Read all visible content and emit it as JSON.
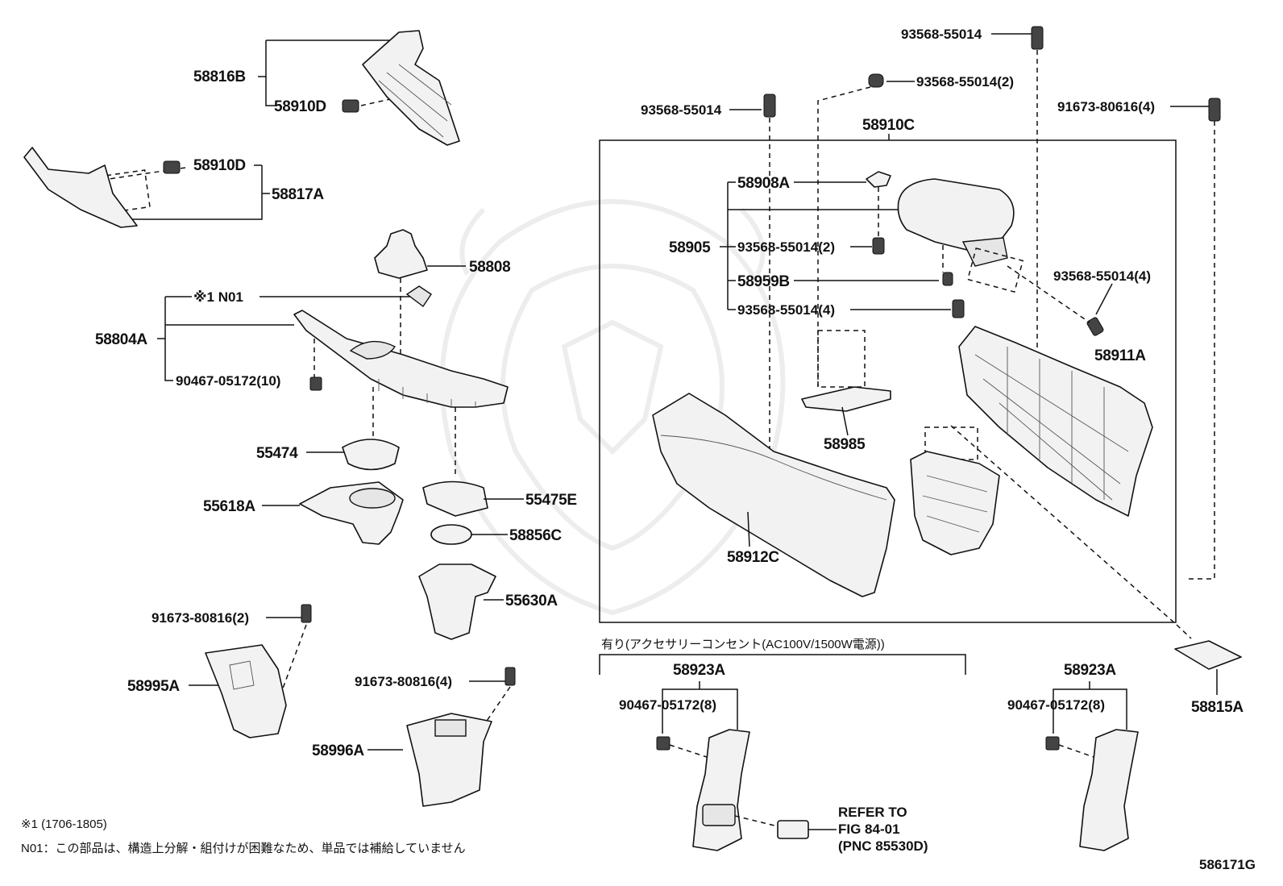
{
  "labels": {
    "p58816B": "58816B",
    "p58910D_1": "58910D",
    "p58910D_2": "58910D",
    "p58817A": "58817A",
    "p58808": "58808",
    "n01": "※1 N01",
    "p58804A": "58804A",
    "c90467_10": "90467-05172(10)",
    "p55474": "55474",
    "p55618A": "55618A",
    "p55475E": "55475E",
    "p58856C": "58856C",
    "p55630A": "55630A",
    "c91673_2": "91673-80816(2)",
    "p58995A": "58995A",
    "c91673_4": "91673-80816(4)",
    "p58996A": "58996A",
    "c93568_top": "93568-55014",
    "c93568_2a": "93568-55014(2)",
    "c93568_left": "93568-55014",
    "c91673_80616": "91673-80616(4)",
    "p58910C": "58910C",
    "p58908A": "58908A",
    "p58905": "58905",
    "c93568_2b": "93568-55014(2)",
    "p58959B": "58959B",
    "c93568_4a": "93568-55014(4)",
    "c93568_4b": "93568-55014(4)",
    "p58911A": "58911A",
    "p58985": "58985",
    "p58912C": "58912C",
    "option_note": "有り(アクセサリーコンセント(AC100V/1500W電源))",
    "p58923A_1": "58923A",
    "c90467_8a": "90467-05172(8)",
    "p58923A_2": "58923A",
    "c90467_8b": "90467-05172(8)",
    "p58815A": "58815A",
    "refer_1": "REFER TO",
    "refer_2": "FIG 84-01",
    "refer_3": "(PNC 85530D)"
  },
  "footnotes": {
    "range": "※1 (1706-1805)",
    "n01_note": "N01：この部品は、構造上分解・組付けが困難なため、単品では補給していません"
  },
  "figure_id": "586171G"
}
